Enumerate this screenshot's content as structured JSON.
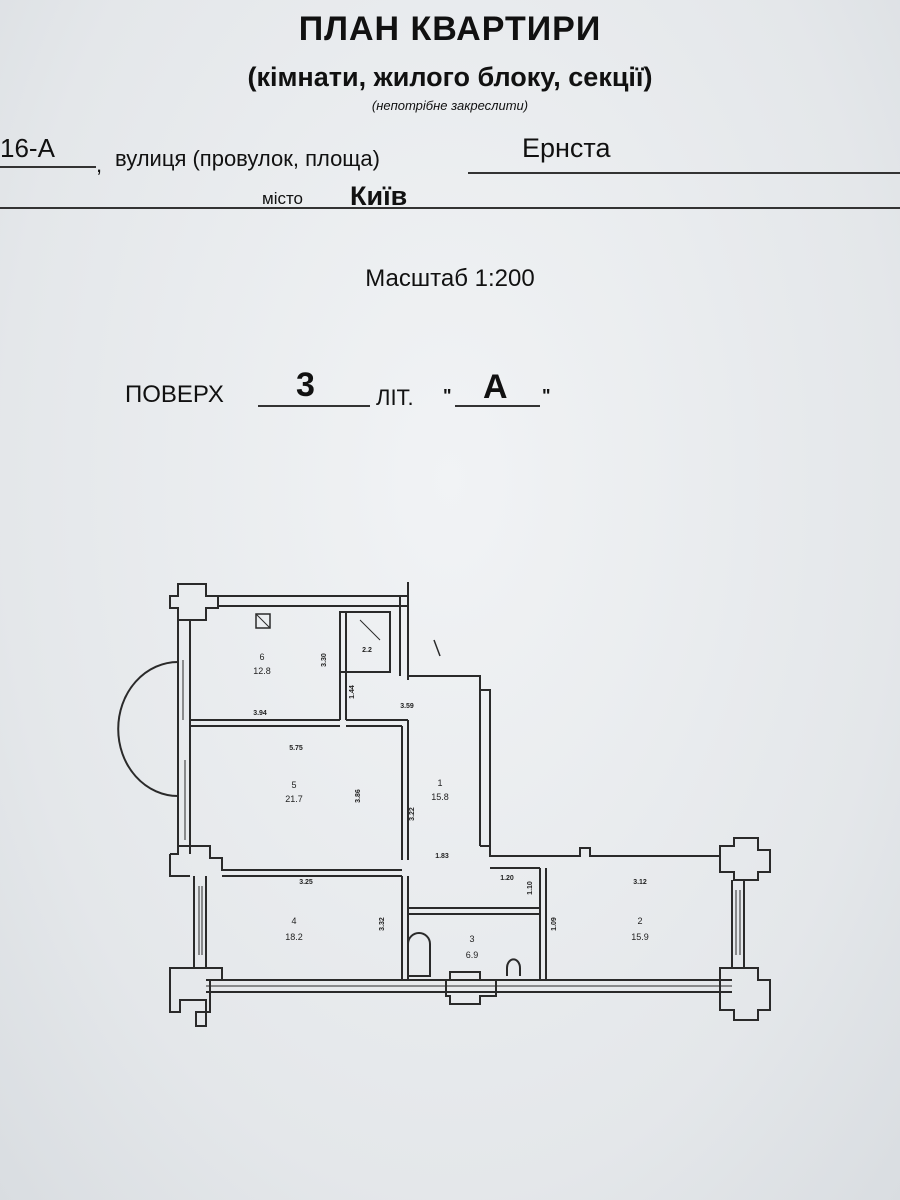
{
  "header": {
    "title": "ПЛАН КВАРТИРИ",
    "subtitle": "(кімнати, жилого блоку, секції)",
    "note": "(непотрібне закреслити)"
  },
  "address": {
    "house": "16-А",
    "comma": ",",
    "street_label": "вулиця (провулок, площа)",
    "street_value": "Ернста",
    "city_label": "місто",
    "city_value": "Київ"
  },
  "scale": "Масштаб 1:200",
  "floor": {
    "label": "ПОВЕРХ",
    "value": "3",
    "lit_label": "ЛІТ.",
    "quote_open": "\"",
    "lit_value": "А",
    "quote_close": "\""
  },
  "plan": {
    "rooms": [
      {
        "id": "6",
        "area": "12.8"
      },
      {
        "id": "5",
        "area": "21.7"
      },
      {
        "id": "1",
        "area": "15.8"
      },
      {
        "id": "4",
        "area": "18.2"
      },
      {
        "id": "3",
        "area": "6.9"
      },
      {
        "id": "2",
        "area": "15.9"
      }
    ],
    "dimensions": {
      "d_3_30": "3.30",
      "d_2_2": "2.2",
      "d_1_44": "1.44",
      "d_3_94": "3.94",
      "d_3_59": "3.59",
      "d_5_75": "5.75",
      "d_3_86": "3.86",
      "d_3_22": "3.22",
      "d_1_83": "1.83",
      "d_3_25": "3.25",
      "d_1_20": "1.20",
      "d_1_10": "1.10",
      "d_3_12": "3.12",
      "d_3_32": "3.32",
      "d_1_09": "1.09"
    }
  }
}
